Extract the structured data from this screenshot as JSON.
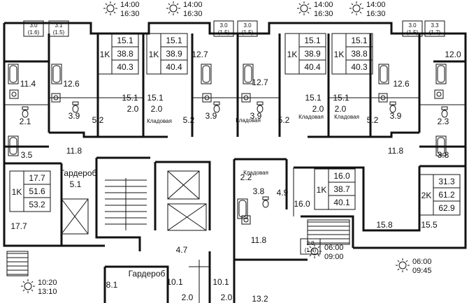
{
  "sun_times": [
    {
      "t1": "14:00",
      "t2": "16:30"
    },
    {
      "t1": "14:00",
      "t2": "16:30"
    },
    {
      "t1": "14:00",
      "t2": "16:30"
    },
    {
      "t1": "14:00",
      "t2": "16:30"
    },
    {
      "t1": "10:20",
      "t2": "13:10"
    },
    {
      "t1": "06:00",
      "t2": "09:00"
    },
    {
      "t1": "06:00",
      "t2": "09:45"
    }
  ],
  "apartments": [
    {
      "type": "1K",
      "l": "15.1",
      "t": "38.8",
      "a": "40.3"
    },
    {
      "type": "1K",
      "l": "15.1",
      "t": "38.9",
      "a": "40.4"
    },
    {
      "type": "1K",
      "l": "15.1",
      "t": "38.9",
      "a": "40.4"
    },
    {
      "type": "1K",
      "l": "15.1",
      "t": "38.8",
      "a": "40.3"
    },
    {
      "type": "1K",
      "l": "17.7",
      "t": "51.6",
      "a": "53.2"
    },
    {
      "type": "1K",
      "l": "16.0",
      "t": "38.7",
      "a": "40.1"
    },
    {
      "type": "2K",
      "l": "31.3",
      "t": "61.2",
      "a": "62.9"
    }
  ],
  "balconies": [
    {
      "a": "3.0",
      "b": "(1.6)"
    },
    {
      "a": "3.1",
      "b": "(1.5)"
    },
    {
      "a": "3.0",
      "b": "(1.5)"
    },
    {
      "a": "3.0",
      "b": "(1.5)"
    },
    {
      "a": "3.0",
      "b": "(1.5)"
    },
    {
      "a": "3.3",
      "b": "(1.7)"
    },
    {
      "a": "2.8",
      "b": "(1.4)"
    }
  ],
  "rooms": [
    "11.4",
    "12.6",
    "15.1",
    "15.1",
    "12.7",
    "12.7",
    "15.1",
    "15.1",
    "12.6",
    "12.0",
    "2.0",
    "2.0",
    "2.0",
    "2.0",
    "2.1",
    "3.9",
    "5.2",
    "5.2",
    "3.9",
    "3.9",
    "5.2",
    "5.2",
    "3.9",
    "2.3",
    "3.5",
    "11.8",
    "11.8",
    "3.8",
    "5.1",
    "2.2",
    "3.8",
    "4.9",
    "16.0",
    "17.7",
    "15.8",
    "15.5",
    "11.8",
    "4.7",
    "8.1",
    "10.1",
    "10.1",
    "2.0",
    "2.0",
    "13.2"
  ],
  "labels": {
    "storage": "Кладовая",
    "wardrobe": "Гардероб"
  }
}
